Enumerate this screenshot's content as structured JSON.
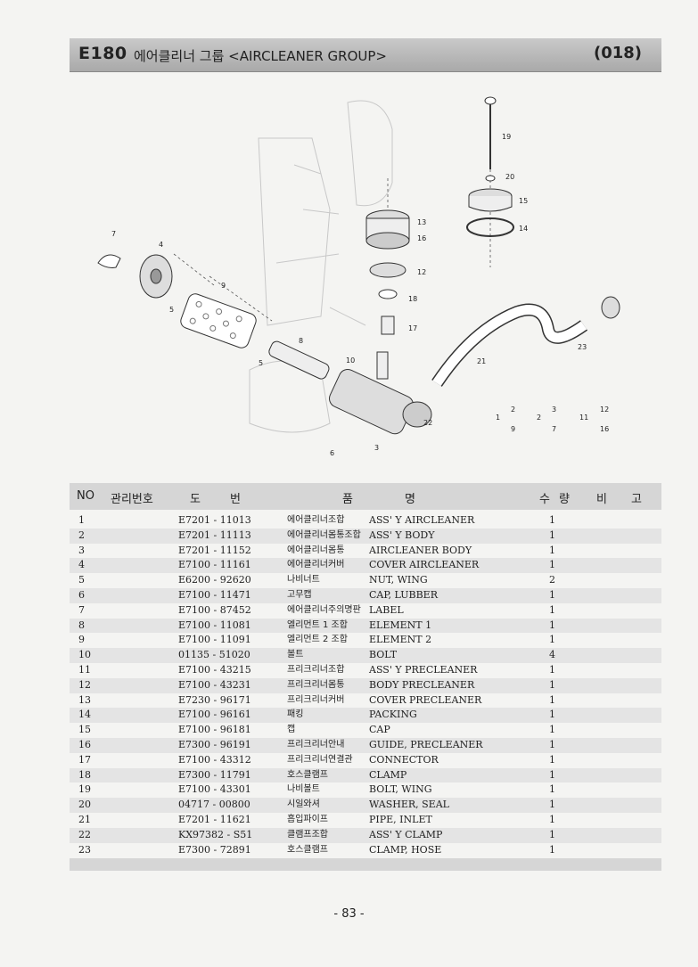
{
  "header": {
    "model": "E180",
    "group_title": "에어클리너 그룹 <AIRCLEANER GROUP>",
    "page_code": "(018)"
  },
  "diagram": {
    "callouts": [
      "1",
      "2",
      "3",
      "4",
      "5",
      "5",
      "6",
      "7",
      "8",
      "9",
      "10",
      "11",
      "12",
      "13",
      "14",
      "15",
      "16",
      "17",
      "18",
      "19",
      "20",
      "21",
      "22",
      "23"
    ],
    "legend": [
      {
        "main": "1",
        "sub": [
          "2",
          "9"
        ]
      },
      {
        "main": "2",
        "sub": [
          "3",
          "7"
        ]
      },
      {
        "main": "11",
        "sub": [
          "12",
          "16"
        ]
      }
    ]
  },
  "table": {
    "headers": {
      "no": "NO",
      "part_no": "관리번호",
      "do": "도",
      "beon": "번",
      "pum": "품",
      "myeong": "명",
      "su": "수",
      "ryang": "량",
      "bi": "비",
      "go": "고"
    },
    "rows": [
      {
        "no": "1",
        "part": "E7201 - 11013",
        "kr": "에어클리너조합",
        "en": "ASS' Y AIRCLEANER",
        "qty": "1"
      },
      {
        "no": "2",
        "part": "E7201 - 11113",
        "kr": "에어클리너몸통조합",
        "en": "ASS' Y BODY",
        "qty": "1"
      },
      {
        "no": "3",
        "part": "E7201 - 11152",
        "kr": "에어클리너몸통",
        "en": "AIRCLEANER BODY",
        "qty": "1"
      },
      {
        "no": "4",
        "part": "E7100 - 11161",
        "kr": "에어클리너커버",
        "en": "COVER AIRCLEANER",
        "qty": "1"
      },
      {
        "no": "5",
        "part": "E6200 - 92620",
        "kr": "나비너트",
        "en": "NUT, WING",
        "qty": "2"
      },
      {
        "no": "6",
        "part": "E7100 - 11471",
        "kr": "고무캡",
        "en": "CAP, LUBBER",
        "qty": "1"
      },
      {
        "no": "7",
        "part": "E7100 - 87452",
        "kr": "에어클리너주의명판",
        "en": "LABEL",
        "qty": "1"
      },
      {
        "no": "8",
        "part": "E7100 - 11081",
        "kr": "엘리먼트 1 조합",
        "en": "ELEMENT 1",
        "qty": "1"
      },
      {
        "no": "9",
        "part": "E7100 - 11091",
        "kr": "엘리먼트 2 조합",
        "en": "ELEMENT 2",
        "qty": "1"
      },
      {
        "no": "10",
        "part": "01135 - 51020",
        "kr": "볼트",
        "en": "BOLT",
        "qty": "4"
      },
      {
        "no": "11",
        "part": "E7100 - 43215",
        "kr": "프리크리너조합",
        "en": "ASS' Y PRECLEANER",
        "qty": "1"
      },
      {
        "no": "12",
        "part": "E7100 - 43231",
        "kr": "프리크리너몸통",
        "en": "BODY PRECLEANER",
        "qty": "1"
      },
      {
        "no": "13",
        "part": "E7230 - 96171",
        "kr": "프리크리너커버",
        "en": "COVER PRECLEANER",
        "qty": "1"
      },
      {
        "no": "14",
        "part": "E7100 - 96161",
        "kr": "패킹",
        "en": "PACKING",
        "qty": "1"
      },
      {
        "no": "15",
        "part": "E7100 - 96181",
        "kr": "캡",
        "en": "CAP",
        "qty": "1"
      },
      {
        "no": "16",
        "part": "E7300 - 96191",
        "kr": "프리크리너안내",
        "en": "GUIDE, PRECLEANER",
        "qty": "1"
      },
      {
        "no": "17",
        "part": "E7100 - 43312",
        "kr": "프리크리너연결관",
        "en": "CONNECTOR",
        "qty": "1"
      },
      {
        "no": "18",
        "part": "E7300 - 11791",
        "kr": "호스클램프",
        "en": "CLAMP",
        "qty": "1"
      },
      {
        "no": "19",
        "part": "E7100 - 43301",
        "kr": "나비볼트",
        "en": "BOLT, WING",
        "qty": "1"
      },
      {
        "no": "20",
        "part": "04717 - 00800",
        "kr": "시일와셔",
        "en": "WASHER, SEAL",
        "qty": "1"
      },
      {
        "no": "21",
        "part": "E7201 - 11621",
        "kr": "흡입파이프",
        "en": "PIPE, INLET",
        "qty": "1"
      },
      {
        "no": "22",
        "part": "KX97382 - S51",
        "kr": "클램프조합",
        "en": "ASS' Y CLAMP",
        "qty": "1"
      },
      {
        "no": "23",
        "part": "E7300 - 72891",
        "kr": "호스클램프",
        "en": "CLAMP, HOSE",
        "qty": "1"
      }
    ]
  },
  "footer": {
    "page_number": "- 83 -"
  },
  "colors": {
    "bar": "#c4c4c4",
    "row_shade": "#e4e4e4",
    "ink": "#222222"
  }
}
